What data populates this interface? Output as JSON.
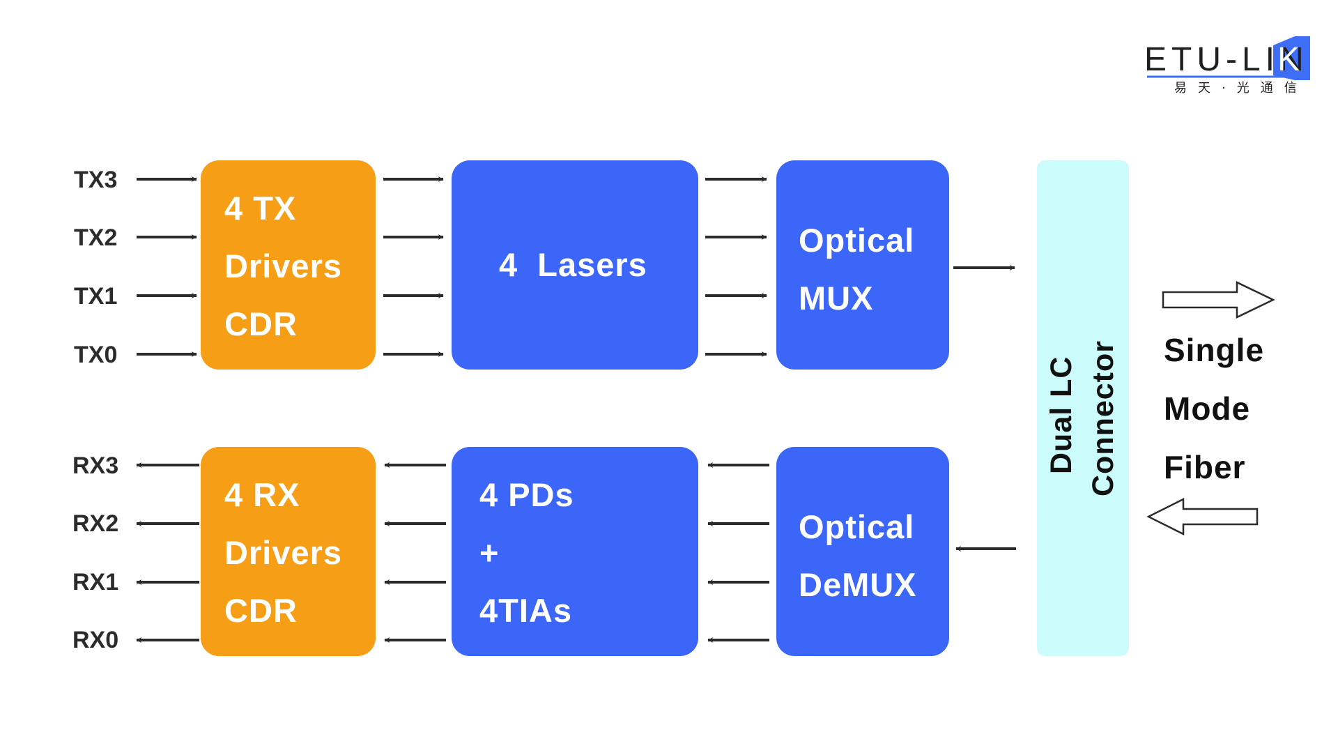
{
  "logo": {
    "text": "ETU-LIN",
    "accent_letter": "K",
    "subtitle": "易天·光通信",
    "accent_color": "#3e6ef5"
  },
  "tx_signals": [
    "TX3",
    "TX2",
    "TX1",
    "TX0"
  ],
  "rx_signals": [
    "RX3",
    "RX2",
    "RX1",
    "RX0"
  ],
  "blocks": {
    "tx_driver": {
      "lines": [
        "4 TX",
        "Drivers",
        "CDR"
      ],
      "color": "#f59e16"
    },
    "lasers": {
      "lines": [
        "4  Lasers"
      ],
      "color": "#3c66f7"
    },
    "mux": {
      "lines": [
        "Optical",
        "MUX"
      ],
      "color": "#3c66f7"
    },
    "rx_driver": {
      "lines": [
        "4 RX",
        "Drivers",
        "CDR"
      ],
      "color": "#f59e16"
    },
    "pds": {
      "lines": [
        "4 PDs",
        "+",
        "4TIAs"
      ],
      "color": "#3c66f7"
    },
    "demux": {
      "lines": [
        "Optical",
        "DeMUX"
      ],
      "color": "#3c66f7"
    }
  },
  "connector": {
    "lines": [
      "Dual LC",
      "Connector"
    ],
    "color": "#ccfbfb"
  },
  "fiber": {
    "lines": [
      "Single",
      "Mode",
      "Fiber"
    ]
  }
}
